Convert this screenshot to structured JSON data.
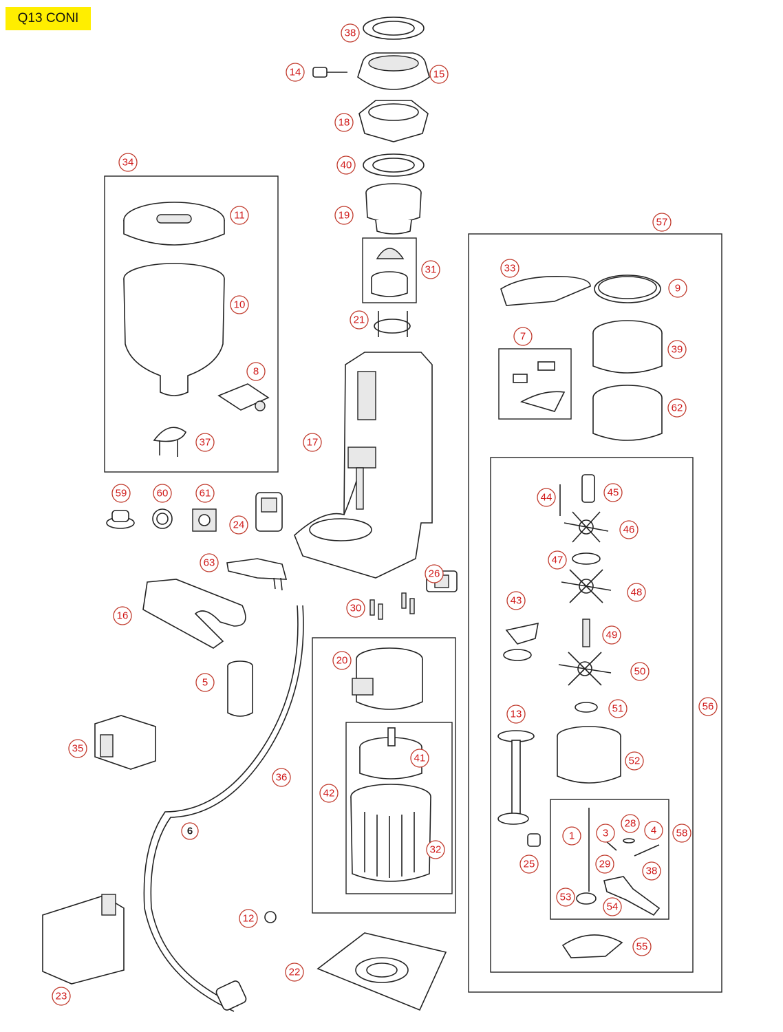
{
  "title": "Q13 CONI",
  "colors": {
    "badge": "#ffee00",
    "callout_text": "#d01818",
    "callout_ring": "#c0392b"
  },
  "callouts": [
    "38",
    "14",
    "15",
    "18",
    "40",
    "19",
    "31",
    "21",
    "34",
    "11",
    "10",
    "8",
    "37",
    "17",
    "57",
    "33",
    "9",
    "7",
    "39",
    "62",
    "59",
    "60",
    "61",
    "24",
    "63",
    "26",
    "16",
    "30",
    "44",
    "45",
    "46",
    "47",
    "48",
    "43",
    "49",
    "20",
    "50",
    "5",
    "51",
    "56",
    "13",
    "35",
    "52",
    "36",
    "41",
    "42",
    "6",
    "28",
    "4",
    "58",
    "3",
    "1",
    "38",
    "29",
    "32",
    "25",
    "53",
    "54",
    "12",
    "55",
    "22",
    "23"
  ]
}
